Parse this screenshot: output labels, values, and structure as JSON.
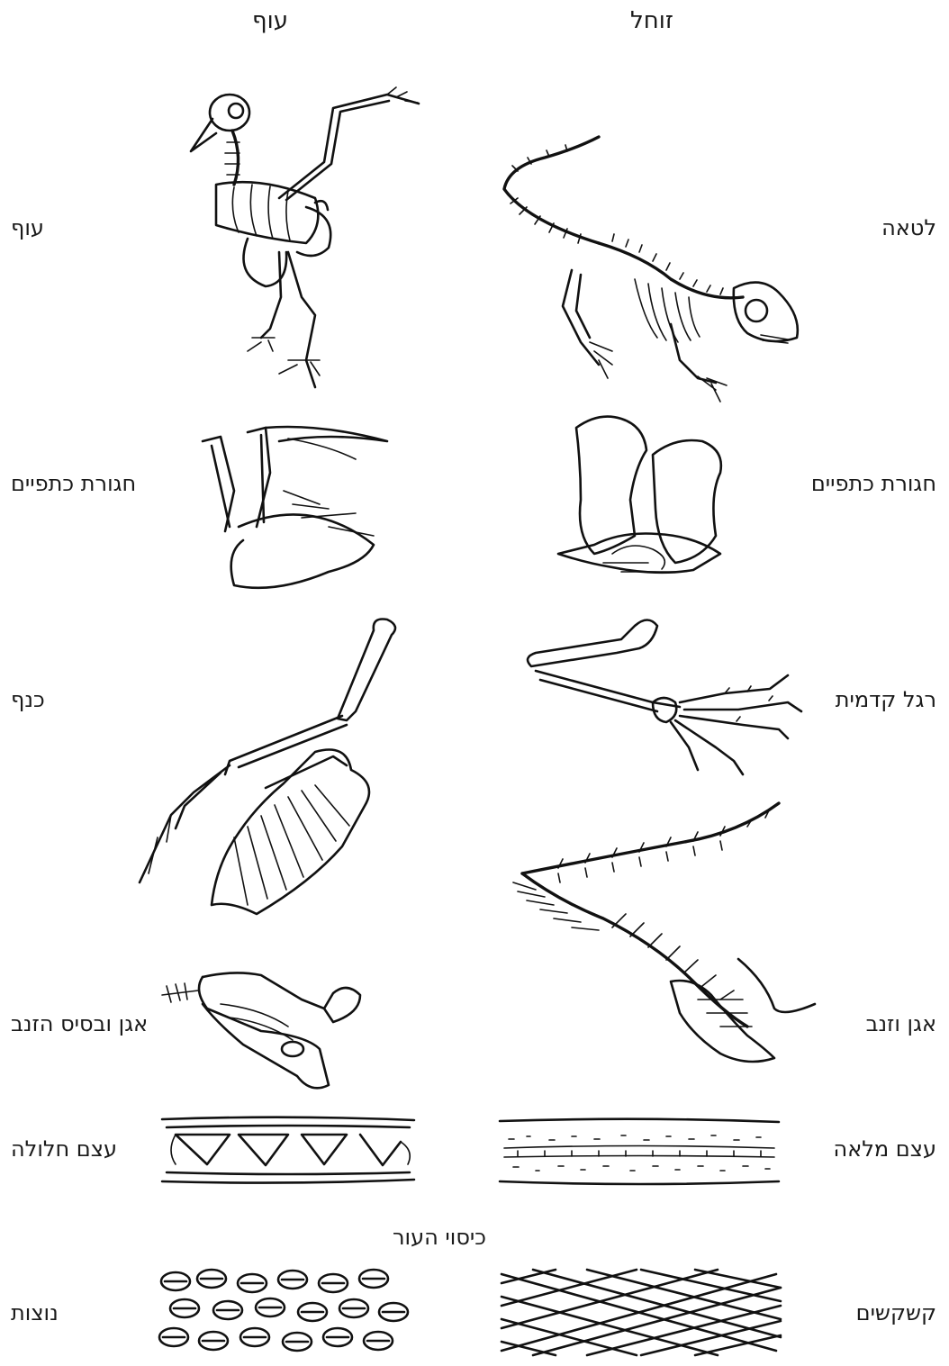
{
  "columns": {
    "bird": "עוף",
    "reptile": "זוחל"
  },
  "rows": {
    "animal": {
      "bird": "עוף",
      "reptile": "לטאה"
    },
    "shoulder": {
      "bird": "חגורת כתפיים",
      "reptile": "חגורת כתפיים"
    },
    "forelimb": {
      "bird": "כנף",
      "reptile": "רגל קדמית"
    },
    "pelvis": {
      "bird": "אגן ובסיס הזנב",
      "reptile": "אגן וזנב"
    },
    "bone": {
      "bird": "עצם חלולה",
      "reptile": "עצם מלאה"
    }
  },
  "skin": {
    "title": "כיסוי העור",
    "bird": "נוצות",
    "reptile": "קשקשים"
  }
}
